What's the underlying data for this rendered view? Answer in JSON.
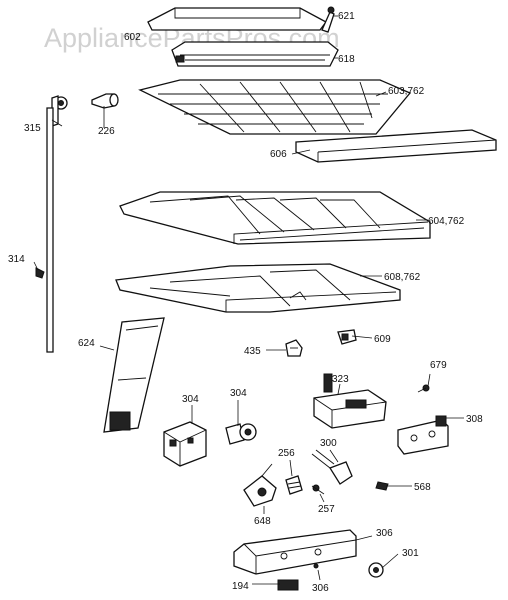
{
  "watermark": "AppliancePartsPros.com",
  "callouts": {
    "c621": "621",
    "c602": "602",
    "c618": "618",
    "c315": "315",
    "c226": "226",
    "c603": "603,762",
    "c606": "606",
    "c604": "604,762",
    "c314": "314",
    "c608": "608,762",
    "c624": "624",
    "c435": "435",
    "c609": "609",
    "c679": "679",
    "c323": "323",
    "c304a": "304",
    "c304b": "304",
    "c308": "308",
    "c256": "256",
    "c300": "300",
    "c568": "568",
    "c257": "257",
    "c648": "648",
    "c306a": "306",
    "c301": "301",
    "c194": "194",
    "c306b": "306"
  }
}
